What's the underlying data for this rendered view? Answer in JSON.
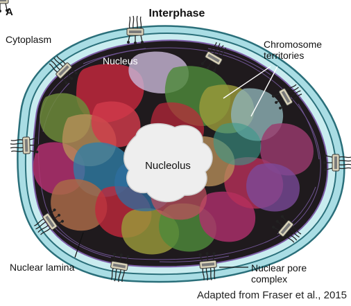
{
  "panel_letter": "A",
  "title": "Interphase",
  "labels": {
    "cytoplasm": "Cytoplasm",
    "nucleus": "Nucleus",
    "chromosome_territories_line1": "Chromosome",
    "chromosome_territories_line2": "territories",
    "nucleolus": "Nucleolus",
    "nuclear_lamina": "Nuclear lamina",
    "nuclear_pore_complex_line1": "Nuclear pore",
    "nuclear_pore_complex_line2": "complex"
  },
  "credit": "Adapted from Fraser et al., 2015",
  "colors": {
    "envelope": "#a9dde4",
    "envelope_edge": "#2a6f7a",
    "nucleoplasm": "#1f1a1d",
    "lamina": "#7d5fa8",
    "nucleolus": "#eeeeee",
    "territory_red": "#c0283c",
    "territory_green": "#4e8a3a",
    "territory_magenta": "#b0306e",
    "territory_blue": "#2f7fa8",
    "territory_olive": "#9a9a3a",
    "territory_tan": "#b8905a",
    "territory_purple": "#7b4a9a"
  }
}
